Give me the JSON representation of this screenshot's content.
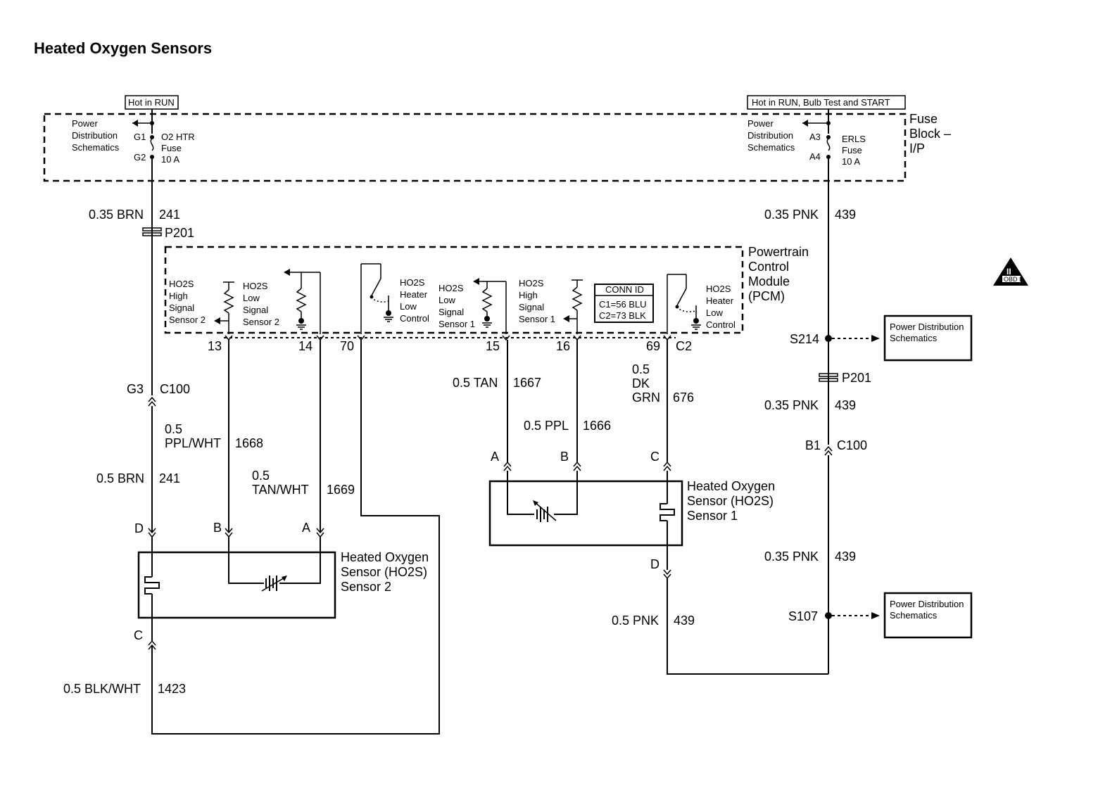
{
  "title": "Heated Oxygen Sensors",
  "power": {
    "left_hot": "Hot in RUN",
    "right_hot": "Hot in RUN, Bulb Test and START",
    "fuse_block": [
      "Fuse",
      "Block –",
      "I/P"
    ],
    "pds_label": [
      "Power",
      "Distribution",
      "Schematics"
    ],
    "fuse_left": {
      "pin_top": "G1",
      "pin_bottom": "G2",
      "name": [
        "O2 HTR",
        "Fuse",
        "10 A"
      ]
    },
    "fuse_right": {
      "pin_top": "A3",
      "pin_bottom": "A4",
      "name": [
        "ERLS",
        "Fuse",
        "10 A"
      ]
    }
  },
  "pcm": {
    "name": [
      "Powertrain",
      "Control",
      "Module",
      "(PCM)"
    ],
    "conn_id": {
      "title": "CONN ID",
      "c1": "C1=56 BLU",
      "c2": "C2=73 BLK"
    },
    "internal": {
      "s2_high": [
        "HO2S",
        "High",
        "Signal",
        "Sensor 2"
      ],
      "s2_low": [
        "HO2S",
        "Low",
        "Signal",
        "Sensor 2"
      ],
      "heater_low_a": [
        "HO2S",
        "Heater",
        "Low",
        "Control"
      ],
      "s1_low": [
        "HO2S",
        "Low",
        "Signal",
        "Sensor 1"
      ],
      "s1_high": [
        "HO2S",
        "High",
        "Signal",
        "Sensor 1"
      ],
      "heater_low_b": [
        "HO2S",
        "Heater",
        "Low",
        "Control"
      ]
    },
    "pins": [
      "13",
      "14",
      "70",
      "15",
      "16",
      "69",
      "C2"
    ]
  },
  "wires": {
    "w1": {
      "gauge": "0.35 BRN",
      "circuit": "241"
    },
    "w2": {
      "gauge": "0.35 PNK",
      "circuit": "439"
    },
    "w3": {
      "gauge": "0.5 BRN",
      "circuit": "241"
    },
    "w4": {
      "gauge": [
        "0.5",
        "PPL/WHT"
      ],
      "circuit": "1668"
    },
    "w5": {
      "gauge": [
        "0.5",
        "TAN/WHT"
      ],
      "circuit": "1669"
    },
    "w6": {
      "gauge": "0.5 TAN",
      "circuit": "1667"
    },
    "w7": {
      "gauge": "0.5 PPL",
      "circuit": "1666"
    },
    "w8": {
      "gauge": [
        "0.5",
        "DK",
        "GRN"
      ],
      "circuit": "676"
    },
    "w9": {
      "gauge": "0.35 PNK",
      "circuit": "439"
    },
    "w10": {
      "gauge": "0.35 PNK",
      "circuit": "439"
    },
    "w11": {
      "gauge": "0.5 PNK",
      "circuit": "439"
    },
    "w12": {
      "gauge": "0.5 BLK/WHT",
      "circuit": "1423"
    }
  },
  "connectors": {
    "p201_left": "P201",
    "p201_right": "P201",
    "g3": "G3",
    "c100_left": "C100",
    "b1": "B1",
    "c100_right": "C100",
    "s214": "S214",
    "s107": "S107"
  },
  "pds_boxes": {
    "line1": "Power Distribution",
    "line2": "Schematics"
  },
  "sensor1": {
    "name": [
      "Heated Oxygen",
      "Sensor (HO2S)",
      "Sensor 1"
    ],
    "pins": {
      "a": "A",
      "b": "B",
      "c": "C",
      "d": "D"
    }
  },
  "sensor2": {
    "name": [
      "Heated Oxygen",
      "Sensor (HO2S)",
      "Sensor 2"
    ],
    "pins": {
      "d": "D",
      "b": "B",
      "a": "A",
      "c": "C"
    }
  },
  "obd_badge": {
    "numeral": "II",
    "label": "OBD II"
  }
}
